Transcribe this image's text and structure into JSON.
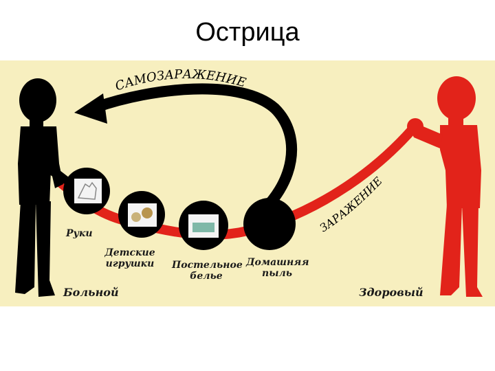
{
  "title": "Острица",
  "diagram": {
    "arc_top_label": "САМОЗАРАЖЕНИЕ",
    "arc_right_label": "ЗАРАЖЕНИЕ",
    "nodes": [
      {
        "id": "hands",
        "label": "Руки"
      },
      {
        "id": "toys",
        "label": "Детские игрушки"
      },
      {
        "id": "bedding",
        "label": "Постельное белье"
      },
      {
        "id": "dust",
        "label": "Домашняя пыль"
      }
    ],
    "sick_label": "Больной",
    "healthy_label": "Здоровый",
    "colors": {
      "background": "#f7efbf",
      "sick": "#000000",
      "healthy": "#e2231a",
      "path": "#e2231a"
    }
  }
}
